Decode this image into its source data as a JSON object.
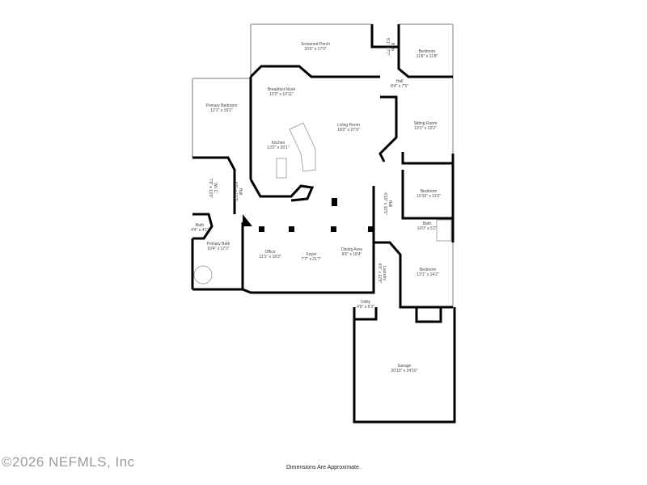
{
  "rooms": [
    {
      "name": "Screened Porch",
      "dims": "20'0\" x 17'0\""
    },
    {
      "name": "Bath",
      "dims": "5'1\" x 7'7\""
    },
    {
      "name": "Bedroom",
      "dims": "11'8\" x 11'8\""
    },
    {
      "name": "Hall",
      "dims": "8'4\" x 7'5\""
    },
    {
      "name": "Breakfast Nook",
      "dims": "13'2\" x 10'11\""
    },
    {
      "name": "Primary Bedroom",
      "dims": "12'1\" x 19'2\""
    },
    {
      "name": "Living Room",
      "dims": "18'2\" x 27'9\""
    },
    {
      "name": "Sitting Room",
      "dims": "13'1\" x 13'2\""
    },
    {
      "name": "Kitchen",
      "dims": "13'2\" x 20'1\""
    },
    {
      "name": "W.I.C.",
      "dims": "7'8\" x 13'6\""
    },
    {
      "name": "Hall",
      "dims": "6'0\" x 11'2\""
    },
    {
      "name": "Bedroom",
      "dims": "10'10\" x 11'0\""
    },
    {
      "name": "Hall",
      "dims": "6'10\" x 10'5\""
    },
    {
      "name": "Bath",
      "dims": "4'4\" x 4'1\""
    },
    {
      "name": "Bath",
      "dims": "10'0\" x 5'2\""
    },
    {
      "name": "Primary Bath",
      "dims": "10'4\" x 17'3\""
    },
    {
      "name": "Office",
      "dims": "11'1\" x 18'3\""
    },
    {
      "name": "Foyer",
      "dims": "7'7\" x 21'7\""
    },
    {
      "name": "Dining Area",
      "dims": "9'6\" x 18'4\""
    },
    {
      "name": "Laundry",
      "dims": "6'0\" x 12'5\""
    },
    {
      "name": "Bedroom",
      "dims": "13'1\" x 14'2\""
    },
    {
      "name": "Utility",
      "dims": "4'9\" x 5'3\""
    },
    {
      "name": "Garage",
      "dims": "20'10\" x 24'10\""
    }
  ],
  "footer": {
    "copyright": "©2026 NEFMLS, Inc",
    "note": "Dimensions Are Approximate."
  },
  "colors": {
    "wall": "#000000",
    "window": "#bbbbbb",
    "text": "#444444"
  }
}
